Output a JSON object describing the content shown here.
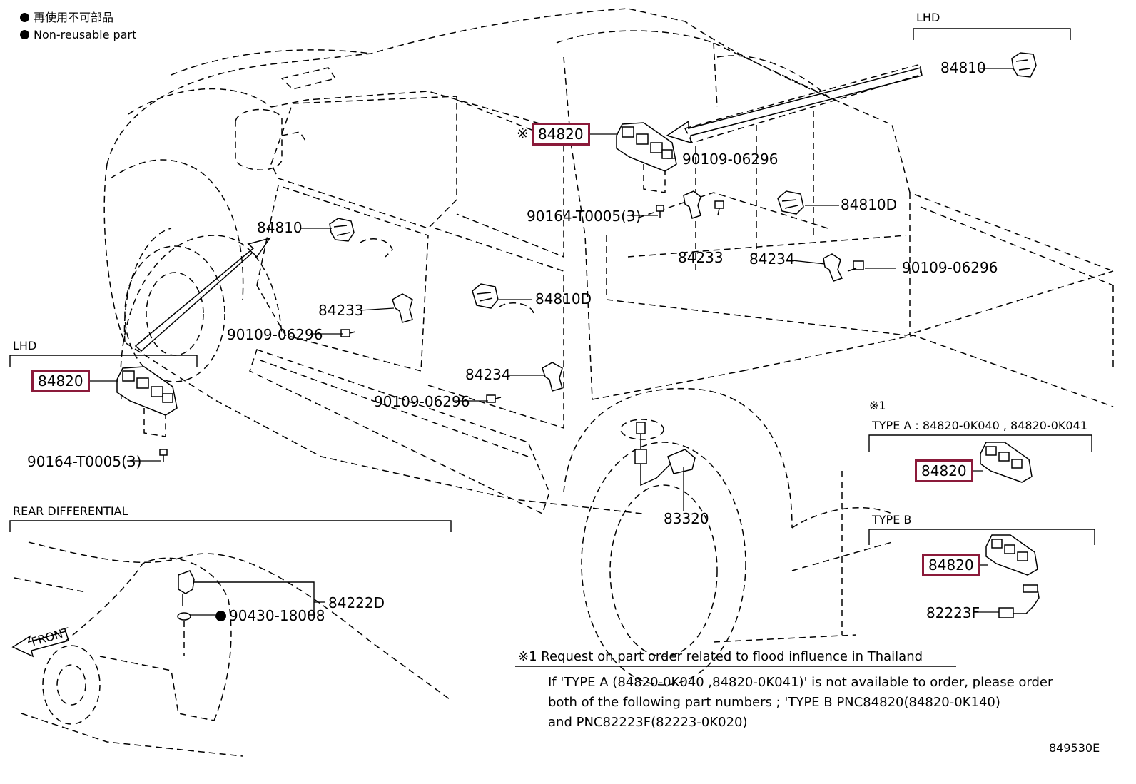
{
  "legend": {
    "non_reusable_jp": "再使用不可部品",
    "non_reusable_en": "Non-reusable part"
  },
  "section_labels": {
    "lhd_top": "LHD",
    "lhd_left": "LHD",
    "rear_differential": "REAR DIFFERENTIAL",
    "note_marker": "※1",
    "type_a": "TYPE A : 84820-0K040 , 84820-0K041",
    "type_b": "TYPE B",
    "front": "FRONT"
  },
  "parts": {
    "p84810_top": "84810",
    "p84820_main": "84820",
    "p84820_main_mark": "※",
    "p90109_a": "90109-06296",
    "p90164_a": "90164-T0005(3)",
    "p84810D_right": "84810D",
    "p84810_left": "84810",
    "p84233_mid": "84233",
    "p84234_mid": "84234",
    "p90109_b": "90109-06296",
    "p84233_left": "84233",
    "p90109_c": "90109-06296",
    "p84810D_center": "84810D",
    "p84234_low": "84234",
    "p90109_d": "90109-06296",
    "p84820_lhd": "84820",
    "p90164_b": "90164-T0005(3)",
    "p83320": "83320",
    "p84222D": "84222D",
    "p90430": "90430-18008",
    "p84820_type_a": "84820",
    "p84820_type_b": "84820",
    "p82223F": "82223F"
  },
  "note": {
    "heading": "※1  Request on part order related to flood influence in Thailand",
    "line1": "If  'TYPE A (84820-0K040 ,84820-0K041)'  is not available to order, please order",
    "line2": "both of the following part numbers ; 'TYPE B PNC84820(84820-0K140)",
    "line3": "and PNC82223F(82223-0K020)"
  },
  "diagram_id": "849530E",
  "colors": {
    "highlight": "#8b1a3a",
    "ink": "#000000",
    "background": "#ffffff"
  }
}
